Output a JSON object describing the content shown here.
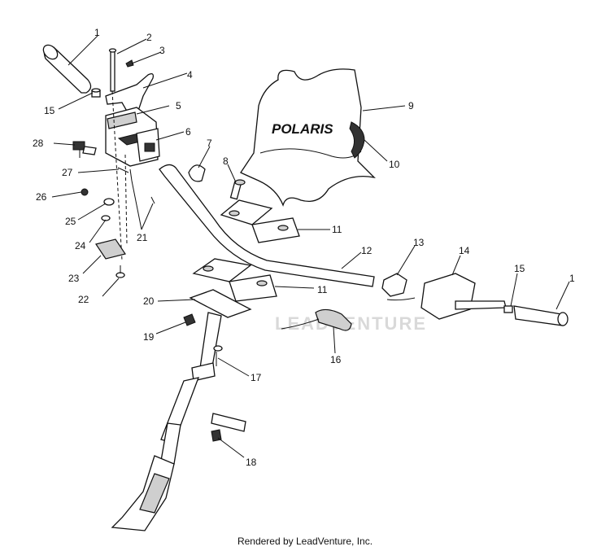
{
  "diagram": {
    "brand_text": "POLARIS",
    "watermark_text": "LEADVENTURE",
    "callouts": [
      "1",
      "2",
      "3",
      "4",
      "15",
      "5",
      "6",
      "28",
      "7",
      "9",
      "10",
      "8",
      "27",
      "26",
      "25",
      "21",
      "11",
      "24",
      "12",
      "13",
      "14",
      "15",
      "1",
      "23",
      "11",
      "22",
      "20",
      "19",
      "16",
      "17",
      "18"
    ]
  },
  "footer": {
    "text": "Rendered by LeadVenture, Inc."
  }
}
